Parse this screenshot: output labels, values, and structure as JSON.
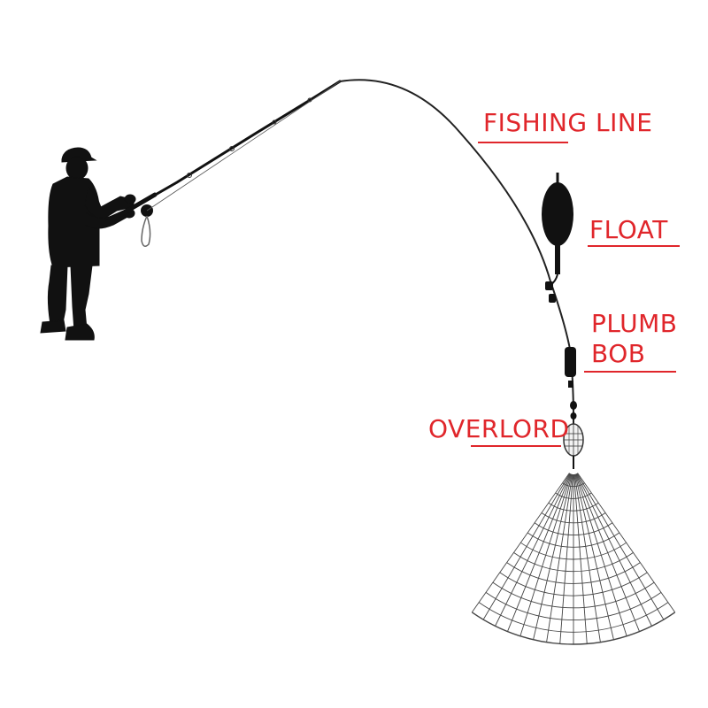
{
  "labels": {
    "fishing_line": "FISHING LINE",
    "float": "FLOAT",
    "plumb_bob_line1": "PLUMB",
    "plumb_bob_line2": "BOB",
    "overlord": "OVERLORD"
  },
  "colors": {
    "label": "#e0262b",
    "silhouette": "#111111",
    "line": "#222222",
    "net": "#444444",
    "background": "#ffffff"
  },
  "icons": {
    "angler": "fisherman-silhouette-icon",
    "float": "float-icon",
    "plumb_bob": "sinker-icon",
    "overlord": "cage-feeder-icon",
    "net": "fishing-net-icon"
  }
}
